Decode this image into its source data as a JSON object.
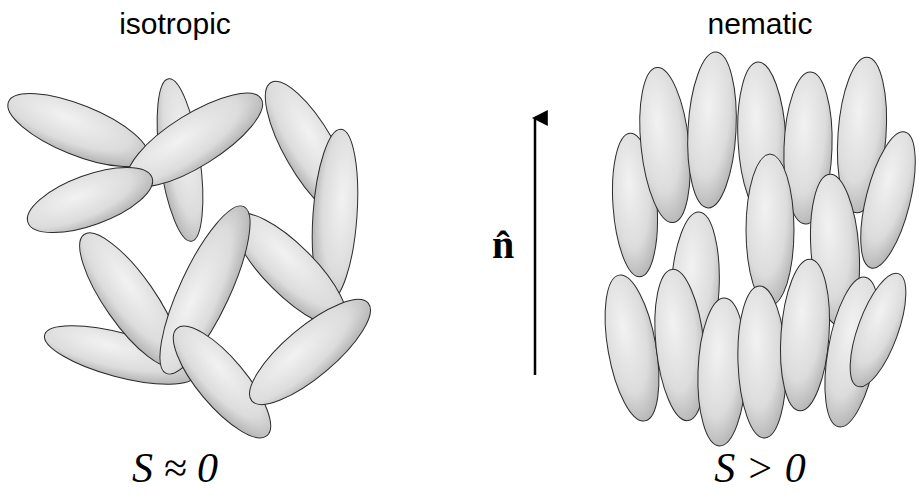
{
  "diagram": {
    "labels": [
      "isotropic",
      "nematic",
      "n̂",
      "S ≈ 0",
      "S > 0"
    ]
  }
}
